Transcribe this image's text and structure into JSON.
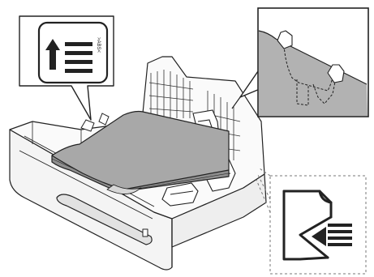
{
  "figure": {
    "callout_left": {
      "icon": "paper-load-direction-icon",
      "label_text": ">ABS<"
    },
    "callout_right": {
      "icon": "paper-guide-detail-zoom"
    },
    "callout_bottom_right": {
      "icon": "paper-edge-insert-icon"
    },
    "tray": {
      "icon": "paper-tray-cassette",
      "contents": "paper-stack"
    },
    "colors": {
      "line": "#222222",
      "paper_gray": "#a8a8a8",
      "paper_gray_dark": "#8e8e8e",
      "detail_gray": "#b2b2b2",
      "tray_fill": "#f4f4f4",
      "white": "#ffffff"
    }
  }
}
